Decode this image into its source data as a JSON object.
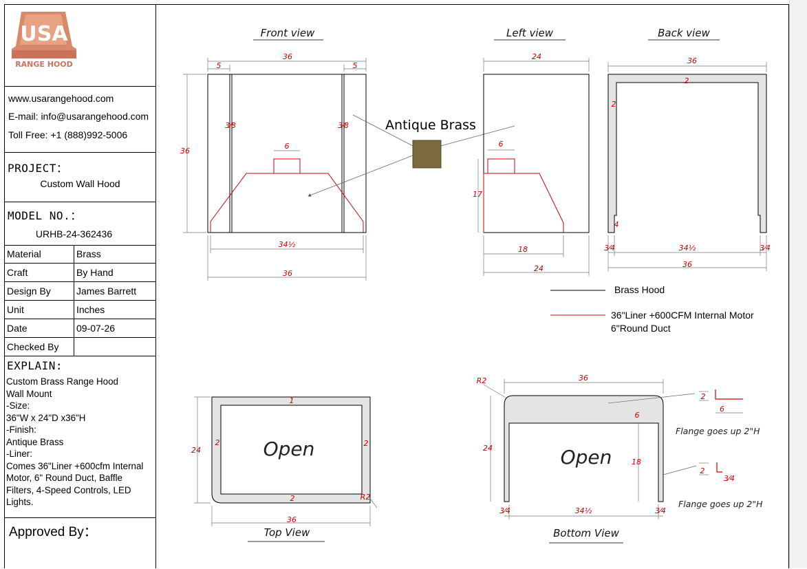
{
  "logo": {
    "brand": "USA",
    "subtitle": "RANGE HOOD"
  },
  "contact": {
    "website": "www.usarangehood.com",
    "email": "E-mail: info@usarangehood.com",
    "phone": "Toll Free: +1 (888)992-5006"
  },
  "project": {
    "label": "PROJECT：",
    "value": "Custom Wall Hood"
  },
  "model": {
    "label": "MODEL NO.：",
    "value": "URHB-24-362436"
  },
  "specs": [
    {
      "k": "Material",
      "v": "Brass"
    },
    {
      "k": "Craft",
      "v": "By Hand"
    },
    {
      "k": "Design By",
      "v": "James Barrett"
    },
    {
      "k": "Unit",
      "v": "Inches"
    },
    {
      "k": "Date",
      "v": "09-07-26"
    },
    {
      "k": "Checked By",
      "v": ""
    }
  ],
  "explain": {
    "label": "EXPLAIN:",
    "text": "Custom Brass Range Hood\nWall Mount\n-Size:\n36\"W x 24\"D x36\"H\n-Finish:\nAntique Brass\n-Liner:\nComes 36\"Liner +600cfm Internal\nMotor, 6\" Round Duct, Baffle\nFilters, 4-Speed Controls, LED\nLights."
  },
  "approved": "Approved By：",
  "views": {
    "front": "Front view",
    "left": "Left view",
    "back": "Back view",
    "top": "Top View",
    "bottom": "Bottom View"
  },
  "finish_callout": "Antique Brass",
  "finish_color": "#7a6a3e",
  "legend": {
    "brass": "Brass Hood",
    "liner_line1": "36\"Liner +600CFM Internal Motor",
    "liner_line2": "6\"Round Duct",
    "brass_color": "#000000",
    "liner_color": "#d00000"
  },
  "open_label": "Open",
  "flange_notes": [
    "Flange goes up 2\"H",
    "Flange goes up 2\"H"
  ],
  "dims": {
    "front": {
      "width": "36",
      "side_left": "5",
      "side_right": "5",
      "height": "36",
      "slot_left": "3⁄8",
      "slot_right": "3⁄8",
      "duct": "6",
      "liner": "34½",
      "bottom": "36"
    },
    "left": {
      "depth": "24",
      "duct": "6",
      "liner_h": "17",
      "liner_d": "18",
      "bottom": "24"
    },
    "back": {
      "width": "36",
      "top_t": "2",
      "side_t": "2",
      "lip": "4",
      "edge_l": "3⁄4",
      "inner": "34½",
      "edge_r": "3⁄4",
      "bottom": "36"
    },
    "top": {
      "top_t": "1",
      "left_t": "2",
      "right_t": "2",
      "bottom_t": "2",
      "depth": "24",
      "width": "36",
      "radius": "R2"
    },
    "bottom": {
      "radius": "R2",
      "width": "36",
      "depth": "24",
      "lip": "6",
      "side": "18",
      "edge_l": "3⁄4",
      "inner": "34½",
      "edge_r": "3⁄4",
      "flange1_a": "2",
      "flange1_b": "6",
      "flange2_a": "2",
      "flange2_b": "3⁄4"
    }
  }
}
